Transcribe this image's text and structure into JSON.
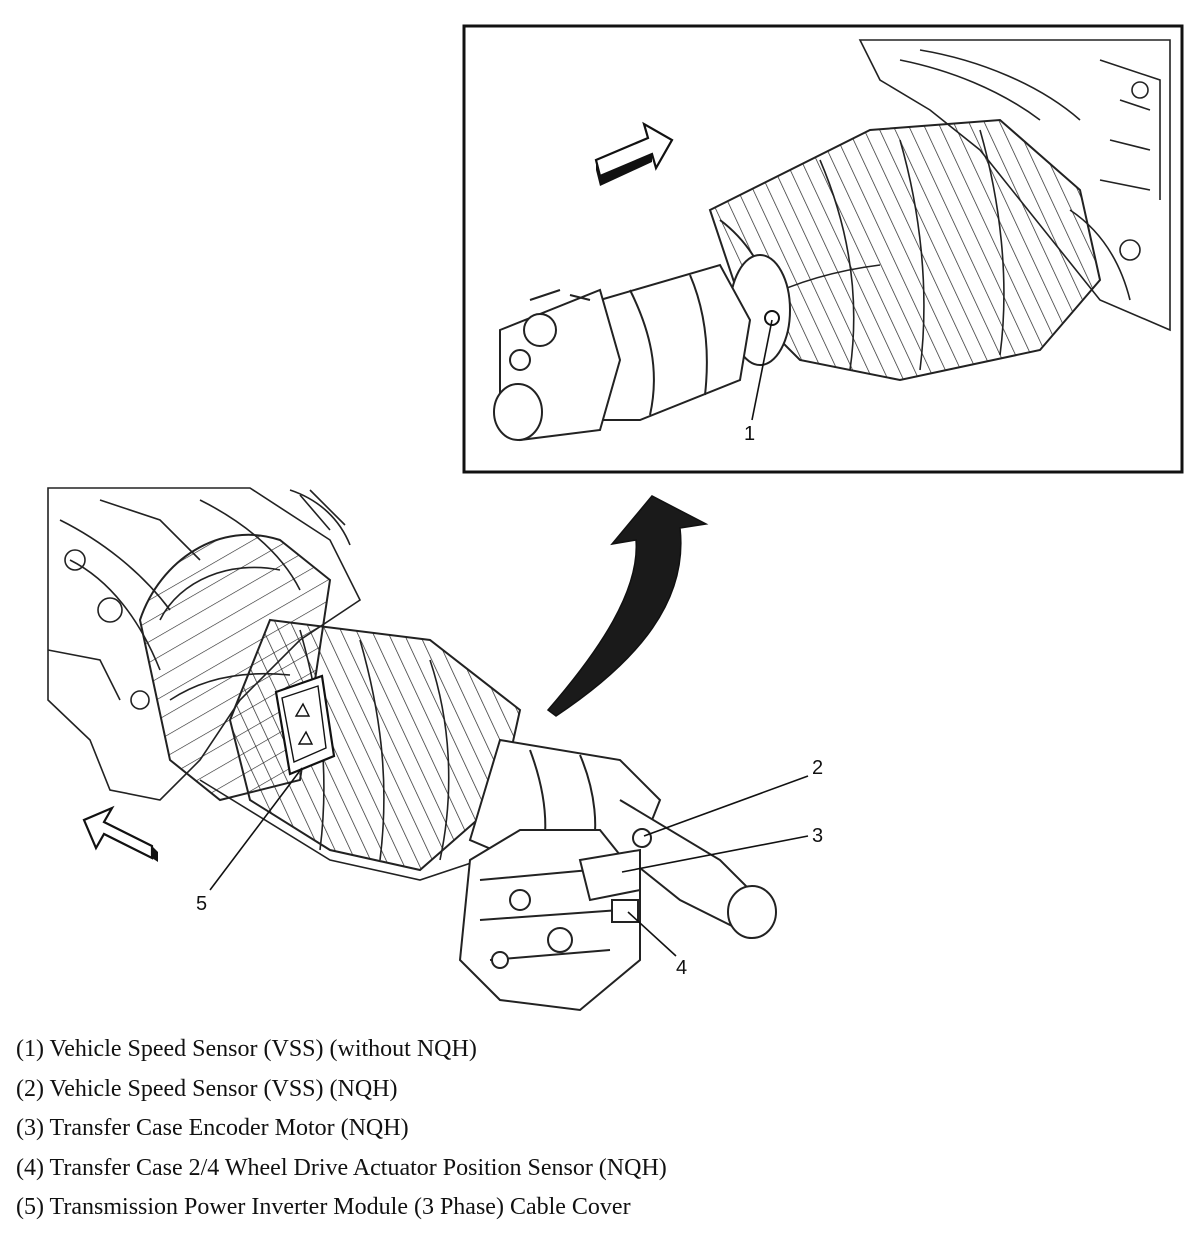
{
  "callouts": {
    "c1": "1",
    "c2": "2",
    "c3": "3",
    "c4": "4",
    "c5": "5"
  },
  "legend": [
    "(1) Vehicle Speed Sensor (VSS) (without NQH)",
    "(2) Vehicle Speed Sensor (VSS) (NQH)",
    "(3) Transfer Case Encoder Motor (NQH)",
    "(4) Transfer Case 2/4 Wheel Drive Actuator Position Sensor (NQH)",
    "(5) Transmission Power Inverter Module (3 Phase) Cable Cover"
  ],
  "colors": {
    "line": "#111111",
    "paper": "#ffffff",
    "arrow_fill": "#1a1a1a"
  }
}
